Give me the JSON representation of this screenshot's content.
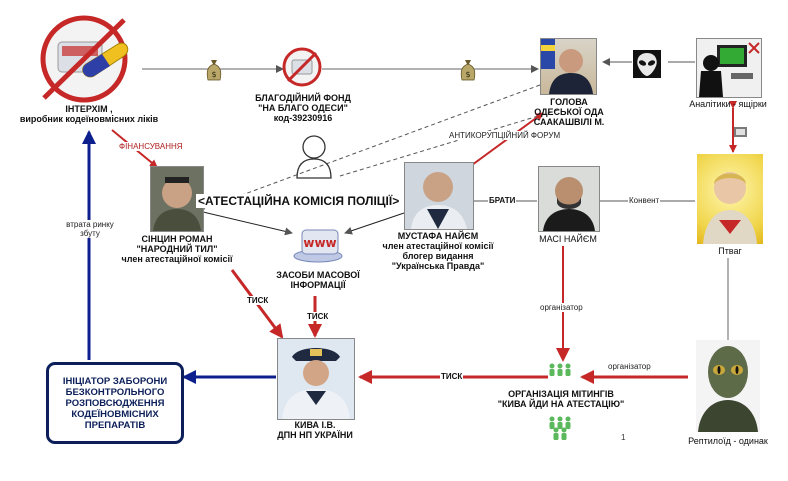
{
  "nodes": {
    "interkhim": [
      "ІНТЕРХІМ ,",
      "виробник кодеїновмісних ліків"
    ],
    "fund": [
      "БЛАГОДІЙНИЙ ФОНД",
      "\"НА БЛАГО ОДЕСИ\"",
      "код-39230916"
    ],
    "governor": [
      "ГОЛОВА",
      "ОДЕСЬКОЇ ОДА",
      "СААКАШВІЛІ М."
    ],
    "analysts": "Аналітики - ящірки",
    "commission": "АТЕСТАЦІЙНА КОМІСІЯ ПОЛІЦІЇ",
    "sinchyn": [
      "СІНЦИН РОМАН",
      "\"НАРОДНИЙ ТИЛ\"",
      "член атестаційної комісії"
    ],
    "media": [
      "ЗАСОБИ МАСОВОЇ",
      "ІНФОРМАЦІЇ"
    ],
    "mustafa": [
      "МУСТАФА НАЙЄМ",
      "член атестаційної комісії",
      "блогер видання",
      "\"Українська Правда\""
    ],
    "masi": "МАСІ НАЙЄМ",
    "ptvag": "Птваг",
    "kyva": [
      "КИВА І.В.",
      "ДПН НП УКРАЇНИ"
    ],
    "rallies": [
      "ОРГАНІЗАЦІЯ МІТИНГІВ",
      "\"КИВА ЙДИ НА АТЕСТАЦІЮ\""
    ],
    "reptiloid": "Рептилоїд - одинак",
    "initiator": [
      "ІНІЦІАТОР ЗАБОРОНИ",
      "БЕЗКОНТРОЛЬНОГО",
      "РОЗПОВСЮДЖЕННЯ",
      "КОДЕЇНОВМІСНИХ",
      "ПРЕПАРАТІВ"
    ]
  },
  "edges": {
    "financing": "ФІНАНСУВАННЯ",
    "anticorruption": "АНТИКОРУПЦІЙНИЙ ФОРУМ",
    "brothers": "БРАТИ",
    "convent": "Конвент",
    "market_loss": [
      "втрата ринку",
      "збуту"
    ],
    "pressure_left": "ТИСК",
    "pressure_media": "ТИСК",
    "pressure_rally": "ТИСК",
    "organizer_masi": "організатор",
    "organizer_reptiloid": "організатор"
  },
  "icons": {
    "money": "money-bag-icon",
    "alien": "alien-face-icon",
    "coin": "coin-stack-icon",
    "www": "www-globe-icon",
    "anon": "anonymous-person-icon",
    "crowd": "crowd-people-icon"
  },
  "page_number": "1",
  "colors": {
    "red_arrow": "#c62828",
    "blue_arrow": "#0d1f8c",
    "grey_line": "#666666",
    "box_border": "#0c1f5a"
  }
}
